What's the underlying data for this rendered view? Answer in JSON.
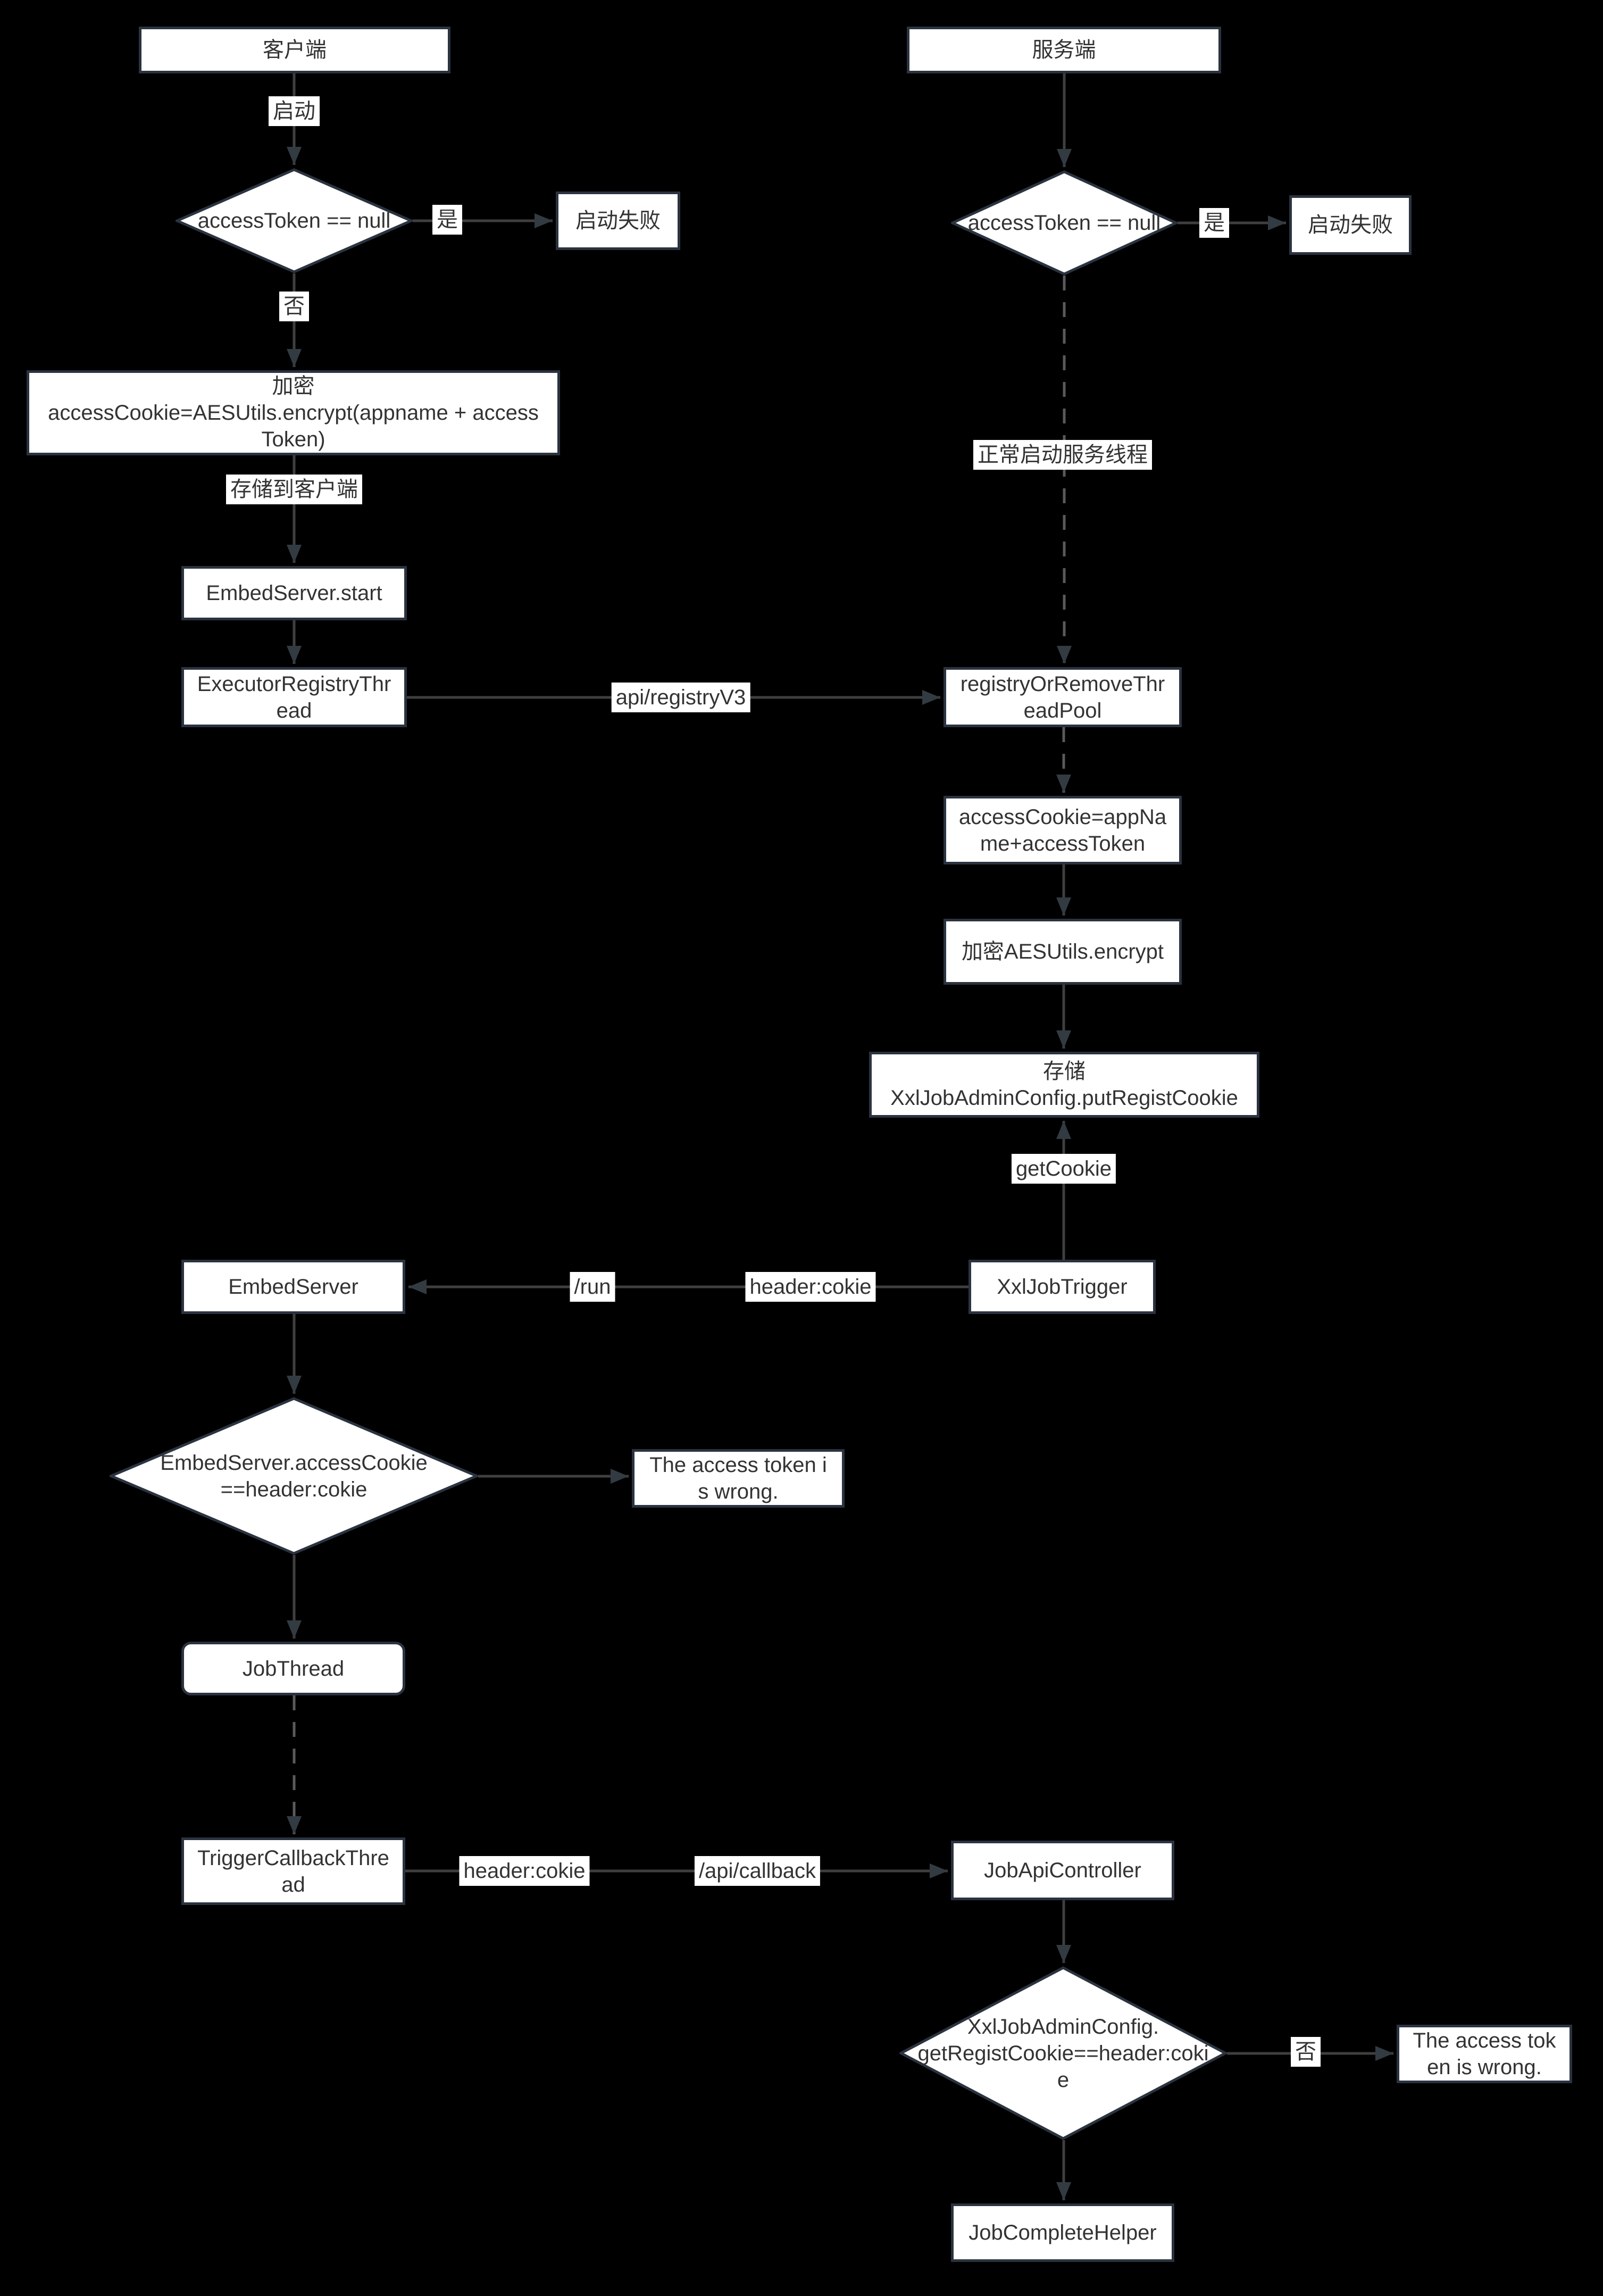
{
  "diagram": {
    "background": "#000000",
    "node_fill": "#ffffff",
    "node_border": "#2b3340",
    "text_color": "#333333",
    "solid_edge_color": "#3f3f3f",
    "dashed_edge_color": "#5a5a5a"
  },
  "nodes": {
    "client_title": "客户端",
    "client_check": "accessToken == null",
    "client_fail": "启动失败",
    "client_encrypt": "加密\naccessCookie=AESUtils.encrypt(appname + access\nToken)",
    "embed_server_start": "EmbedServer.start",
    "executor_registry_thread": "ExecutorRegistryThr\nead",
    "server_title": "服务端",
    "server_check": "accessToken == null",
    "server_fail": "启动失败",
    "registry_pool": "registryOrRemoveThr\neadPool",
    "access_cookie": "accessCookie=appNa\nme+accessToken",
    "aes_encrypt": "加密AESUtils.encrypt",
    "put_regist_cookie": "存储\nXxlJobAdminConfig.putRegistCookie",
    "xxl_job_trigger": "XxlJobTrigger",
    "embed_server": "EmbedServer",
    "cookie_check": "EmbedServer.accessCookie\n==header:cokie",
    "token_wrong_left": "The access token i\ns wrong.",
    "job_thread": "JobThread",
    "trigger_callback_thread": "TriggerCallbackThre\nad",
    "job_api_controller": "JobApiController",
    "regist_cookie_check": "XxlJobAdminConfig.\ngetRegistCookie==header:coki\ne",
    "token_wrong_right": "The access tok\nen is wrong.",
    "job_complete_helper": "JobCompleteHelper"
  },
  "edge_labels": {
    "qidong": "启动",
    "yes_left": "是",
    "no_left": "否",
    "store_client": "存储到客户端",
    "api_registry": "api/registryV3",
    "yes_right": "是",
    "normal_start": "正常启动服务线程",
    "get_cookie": "getCookie",
    "header_cookie_run": "header:cokie",
    "run": "/run",
    "header_cookie_cb": "header:cokie",
    "api_callback": "/api/callback",
    "no_right": "否"
  }
}
